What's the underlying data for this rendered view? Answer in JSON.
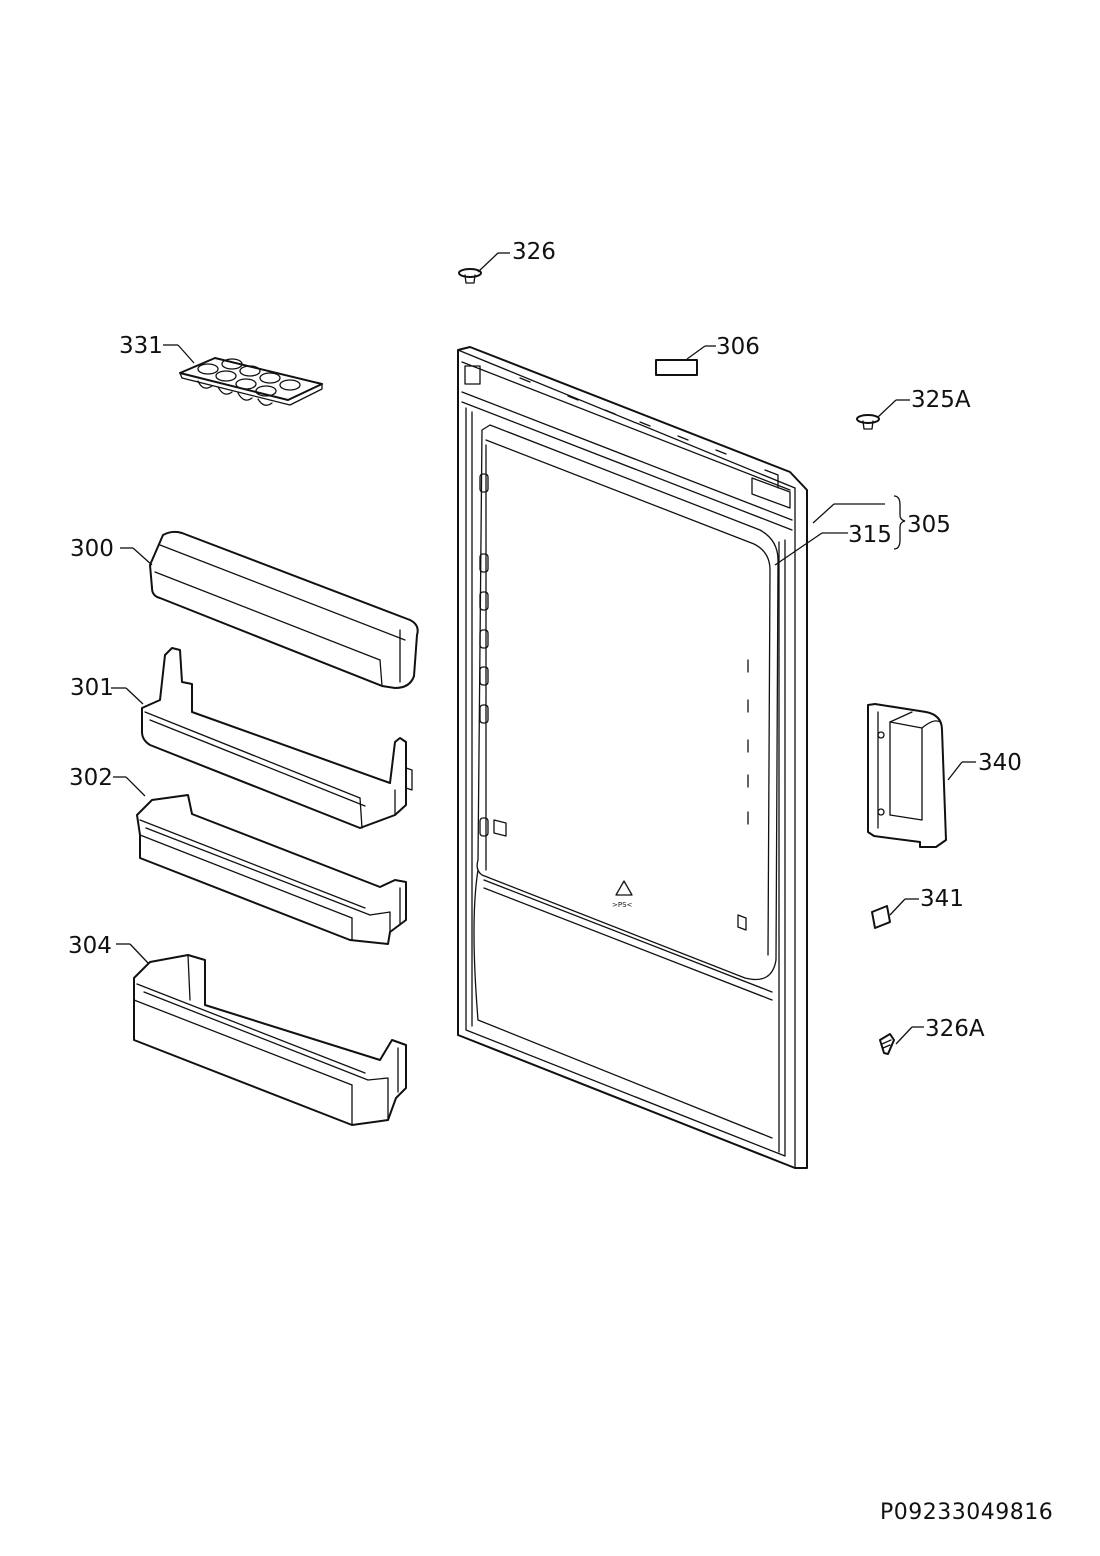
{
  "labels": {
    "p326": "326",
    "p331": "331",
    "p306": "306",
    "p325A": "325A",
    "p300": "300",
    "p305": "305",
    "p315": "315",
    "p301": "301",
    "p302": "302",
    "p340": "340",
    "p341": "341",
    "p304": "304",
    "p326A": "326A"
  },
  "recycle_mark": ">PS<",
  "drawing_code": "P09233049816"
}
